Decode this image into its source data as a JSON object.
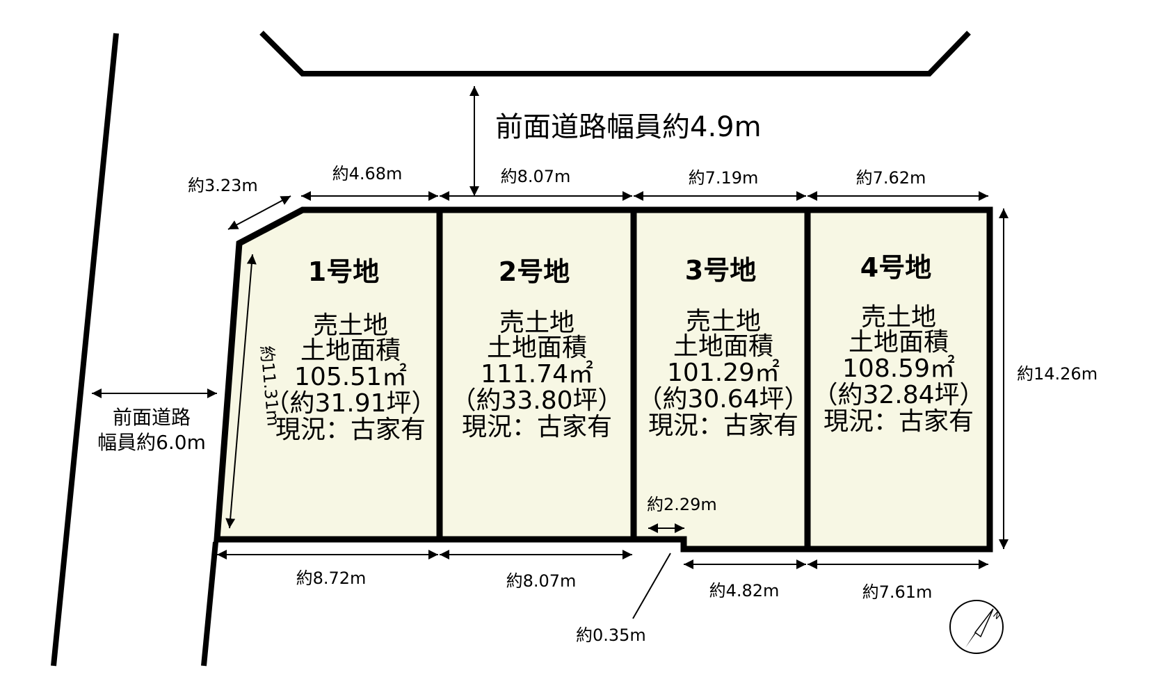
{
  "front_road": {
    "label": "前面道路幅員約4.9m"
  },
  "side_road": {
    "line1": "前面道路",
    "line2": "幅員約6.0m"
  },
  "dimensions": {
    "corner_cut": "約3.23m",
    "lot1_top": "約4.68m",
    "lot2_top": "約8.07m",
    "lot3_top": "約7.19m",
    "lot4_top": "約7.62m",
    "right_side": "約14.26m",
    "left_side": "約11.31m",
    "lot1_bottom": "約8.72m",
    "lot2_bottom": "約8.07m",
    "notch_width": "約2.29m",
    "notch_depth": "約0.35m",
    "lot3_bottom": "約4.82m",
    "lot4_bottom": "約7.61m"
  },
  "lots": [
    {
      "name": "1号地",
      "type": "売土地",
      "area_label": "土地面積",
      "area": "105.51㎡",
      "tsubo": "（約31.91坪）",
      "status": "現況：古家有"
    },
    {
      "name": "2号地",
      "type": "売土地",
      "area_label": "土地面積",
      "area": "111.74㎡",
      "tsubo": "（約33.80坪）",
      "status": "現況：古家有"
    },
    {
      "name": "3号地",
      "type": "売土地",
      "area_label": "土地面積",
      "area": "101.29㎡",
      "tsubo": "（約30.64坪）",
      "status": "現況：古家有"
    },
    {
      "name": "4号地",
      "type": "売土地",
      "area_label": "土地面積",
      "area": "108.59㎡",
      "tsubo": "（約32.84坪）",
      "status": "現況：古家有"
    }
  ],
  "compass": {
    "label": "N",
    "icon": "north-arrow-icon"
  },
  "colors": {
    "lot_fill": "#f7f7e4",
    "line": "#000000"
  }
}
